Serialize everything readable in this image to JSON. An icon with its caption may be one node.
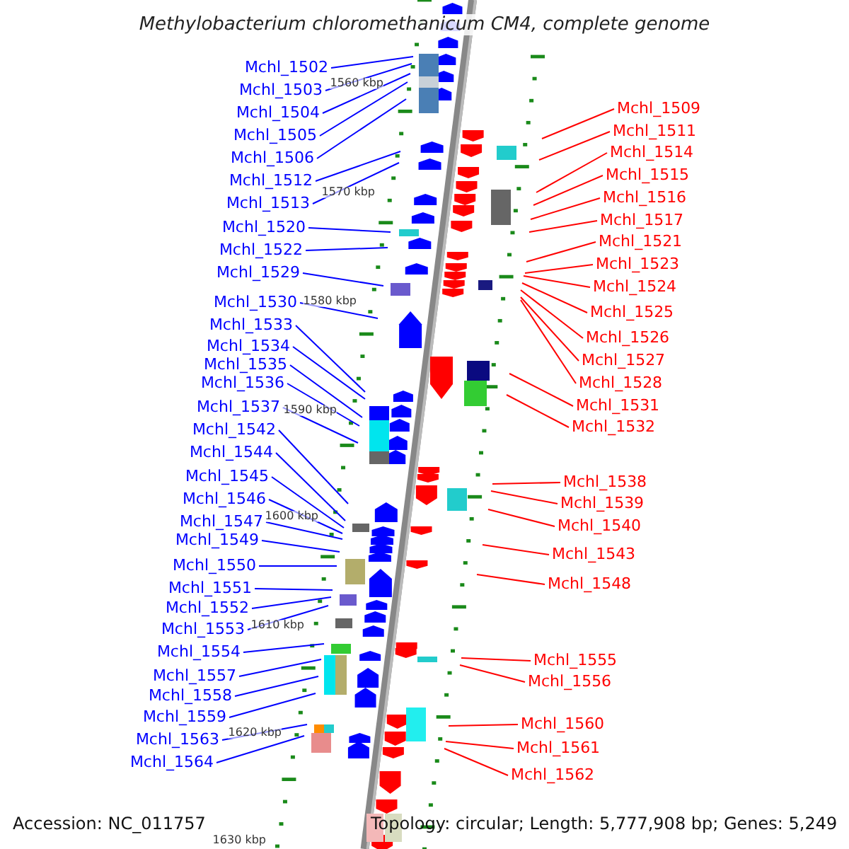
{
  "diagram": {
    "title": "Methylobacterium chloromethanicum CM4, complete genome",
    "nodes": [
      {
        "text": [
          "Mchl_1502"
        ]
      },
      {
        "text": [
          "Mchl_1503"
        ]
      },
      {
        "text": [
          "Mchl_1504"
        ]
      },
      {
        "text": [
          "Mchl_1505"
        ]
      },
      {
        "text": [
          "Mchl_1506"
        ]
      },
      {
        "text": [
          "Mchl_1512"
        ]
      },
      {
        "text": [
          "Mchl_1513"
        ]
      },
      {
        "text": [
          "Mchl_1520"
        ]
      },
      {
        "text": [
          "Mchl_1522"
        ]
      },
      {
        "text": [
          "Mchl_1529"
        ]
      },
      {
        "text": [
          "Mchl_1530"
        ]
      },
      {
        "text": [
          "Mchl_1533"
        ]
      },
      {
        "text": [
          "Mchl_1534"
        ]
      },
      {
        "text": [
          "Mchl_1535"
        ]
      },
      {
        "text": [
          "Mchl_1536"
        ]
      },
      {
        "text": [
          "Mchl_1537"
        ]
      },
      {
        "text": [
          "Mchl_1542"
        ]
      },
      {
        "text": [
          "Mchl_1544"
        ]
      },
      {
        "text": [
          "Mchl_1545"
        ]
      },
      {
        "text": [
          "Mchl_1546"
        ]
      },
      {
        "text": [
          "Mchl_1547"
        ]
      },
      {
        "text": [
          "Mchl_1549"
        ]
      },
      {
        "text": [
          "Mchl_1550"
        ]
      },
      {
        "text": [
          "Mchl_1551"
        ]
      },
      {
        "text": [
          "Mchl_1552"
        ]
      },
      {
        "text": [
          "Mchl_1553"
        ]
      },
      {
        "text": [
          "Mchl_1554"
        ]
      },
      {
        "text": [
          "Mchl_1557"
        ]
      },
      {
        "text": [
          "Mchl_1558"
        ]
      },
      {
        "text": [
          "Mchl_1559"
        ]
      },
      {
        "text": [
          "Mchl_1563"
        ]
      },
      {
        "text": [
          "Mchl_1564"
        ]
      },
      {
        "text": [
          "Mchl_1509"
        ]
      },
      {
        "text": [
          "Mchl_1511"
        ]
      },
      {
        "text": [
          "Mchl_1514"
        ]
      },
      {
        "text": [
          "Mchl_1515"
        ]
      },
      {
        "text": [
          "Mchl_1516"
        ]
      },
      {
        "text": [
          "Mchl_1517"
        ]
      },
      {
        "text": [
          "Mchl_1521"
        ]
      },
      {
        "text": [
          "Mchl_1523"
        ]
      },
      {
        "text": [
          "Mchl_1524"
        ]
      },
      {
        "text": [
          "Mchl_1525"
        ]
      },
      {
        "text": [
          "Mchl_1526"
        ]
      },
      {
        "text": [
          "Mchl_1527"
        ]
      },
      {
        "text": [
          "Mchl_1528"
        ]
      },
      {
        "text": [
          "Mchl_1531"
        ]
      },
      {
        "text": [
          "Mchl_1532"
        ]
      },
      {
        "text": [
          "Mchl_1538"
        ]
      },
      {
        "text": [
          "Mchl_1539"
        ]
      },
      {
        "text": [
          "Mchl_1540"
        ]
      },
      {
        "text": [
          "Mchl_1543"
        ]
      },
      {
        "text": [
          "Mchl_1548"
        ]
      },
      {
        "text": [
          "Mchl_1555"
        ]
      },
      {
        "text": [
          "Mchl_1556"
        ]
      },
      {
        "text": [
          "Mchl_1560"
        ]
      },
      {
        "text": [
          "Mchl_1561"
        ]
      },
      {
        "text": [
          "Mchl_1562"
        ]
      }
    ],
    "edges": [
      {
        "from": 0,
        "to": null,
        "arrow": "none"
      },
      {
        "from": 1,
        "to": null,
        "arrow": "none"
      },
      {
        "from": 2,
        "to": null,
        "arrow": "none"
      },
      {
        "from": 3,
        "to": null,
        "arrow": "none"
      },
      {
        "from": 4,
        "to": null,
        "arrow": "none"
      },
      {
        "from": 5,
        "to": null,
        "arrow": "none"
      },
      {
        "from": 6,
        "to": null,
        "arrow": "none"
      },
      {
        "from": 7,
        "to": null,
        "arrow": "none"
      },
      {
        "from": 8,
        "to": null,
        "arrow": "none"
      },
      {
        "from": 9,
        "to": null,
        "arrow": "none"
      },
      {
        "from": 10,
        "to": null,
        "arrow": "none"
      },
      {
        "from": 11,
        "to": null,
        "arrow": "none"
      },
      {
        "from": 12,
        "to": null,
        "arrow": "none"
      },
      {
        "from": 13,
        "to": null,
        "arrow": "none"
      },
      {
        "from": 14,
        "to": null,
        "arrow": "none"
      },
      {
        "from": 15,
        "to": null,
        "arrow": "none"
      },
      {
        "from": 16,
        "to": null,
        "arrow": "none"
      },
      {
        "from": 17,
        "to": null,
        "arrow": "none"
      },
      {
        "from": 18,
        "to": null,
        "arrow": "none"
      },
      {
        "from": 19,
        "to": null,
        "arrow": "none"
      },
      {
        "from": 20,
        "to": null,
        "arrow": "none"
      },
      {
        "from": 21,
        "to": null,
        "arrow": "none"
      },
      {
        "from": 22,
        "to": null,
        "arrow": "none"
      },
      {
        "from": 23,
        "to": null,
        "arrow": "none"
      },
      {
        "from": 24,
        "to": null,
        "arrow": "none"
      },
      {
        "from": 25,
        "to": null,
        "arrow": "none"
      },
      {
        "from": 26,
        "to": null,
        "arrow": "none"
      },
      {
        "from": 27,
        "to": null,
        "arrow": "none"
      },
      {
        "from": 28,
        "to": null,
        "arrow": "none"
      },
      {
        "from": 29,
        "to": null,
        "arrow": "none"
      },
      {
        "from": 30,
        "to": null,
        "arrow": "none"
      },
      {
        "from": 31,
        "to": null,
        "arrow": "none"
      },
      {
        "from": 32,
        "to": null,
        "arrow": "none",
        "color": "#ff0000"
      },
      {
        "from": 33,
        "to": null,
        "arrow": "none",
        "color": "#ff0000"
      },
      {
        "from": 34,
        "to": null,
        "arrow": "none",
        "color": "#ff0000"
      },
      {
        "from": 35,
        "to": null,
        "arrow": "none",
        "color": "#ff0000"
      },
      {
        "from": 36,
        "to": null,
        "arrow": "none",
        "color": "#ff0000"
      },
      {
        "from": 37,
        "to": null,
        "arrow": "none",
        "color": "#ff0000"
      },
      {
        "from": 38,
        "to": null,
        "arrow": "none",
        "color": "#ff0000"
      },
      {
        "from": 39,
        "to": null,
        "arrow": "none",
        "color": "#ff0000"
      },
      {
        "from": 40,
        "to": null,
        "arrow": "none",
        "color": "#ff0000"
      },
      {
        "from": 41,
        "to": null,
        "arrow": "none",
        "color": "#ff0000"
      },
      {
        "from": 42,
        "to": null,
        "arrow": "none",
        "color": "#ff0000"
      },
      {
        "from": 43,
        "to": null,
        "arrow": "none",
        "color": "#ff0000"
      },
      {
        "from": 44,
        "to": null,
        "arrow": "none",
        "color": "#ff0000"
      },
      {
        "from": 45,
        "to": null,
        "arrow": "none",
        "color": "#ff0000"
      },
      {
        "from": 46,
        "to": null,
        "arrow": "none",
        "color": "#ff0000"
      },
      {
        "from": 47,
        "to": null,
        "arrow": "none",
        "color": "#ff0000"
      },
      {
        "from": 48,
        "to": null,
        "arrow": "none",
        "color": "#ff0000"
      },
      {
        "from": 49,
        "to": null,
        "arrow": "none",
        "color": "#ff0000"
      },
      {
        "from": 50,
        "to": null,
        "arrow": "none",
        "color": "#ff0000"
      },
      {
        "from": 51,
        "to": null,
        "arrow": "none",
        "color": "#ff0000"
      },
      {
        "from": 52,
        "to": null,
        "arrow": "none",
        "color": "#ff0000"
      },
      {
        "from": 53,
        "to": null,
        "arrow": "none",
        "color": "#ff0000"
      },
      {
        "from": 54,
        "to": null,
        "arrow": "none",
        "color": "#ff0000"
      },
      {
        "from": 55,
        "to": null,
        "arrow": "none",
        "color": "#ff0000"
      },
      {
        "from": 56,
        "to": null,
        "arrow": "none",
        "color": "#ff0000"
      }
    ],
    "labels": [
      "1560 kbp",
      "1570 kbp",
      "1580 kbp",
      "1590 kbp",
      "1600 kbp",
      "1610 kbp",
      "1620 kbp",
      "Accession: NC_011757",
      "Topology: circular; Length: 5,777,908 bp; Genes: 5,249",
      "1630 kbp"
    ]
  }
}
